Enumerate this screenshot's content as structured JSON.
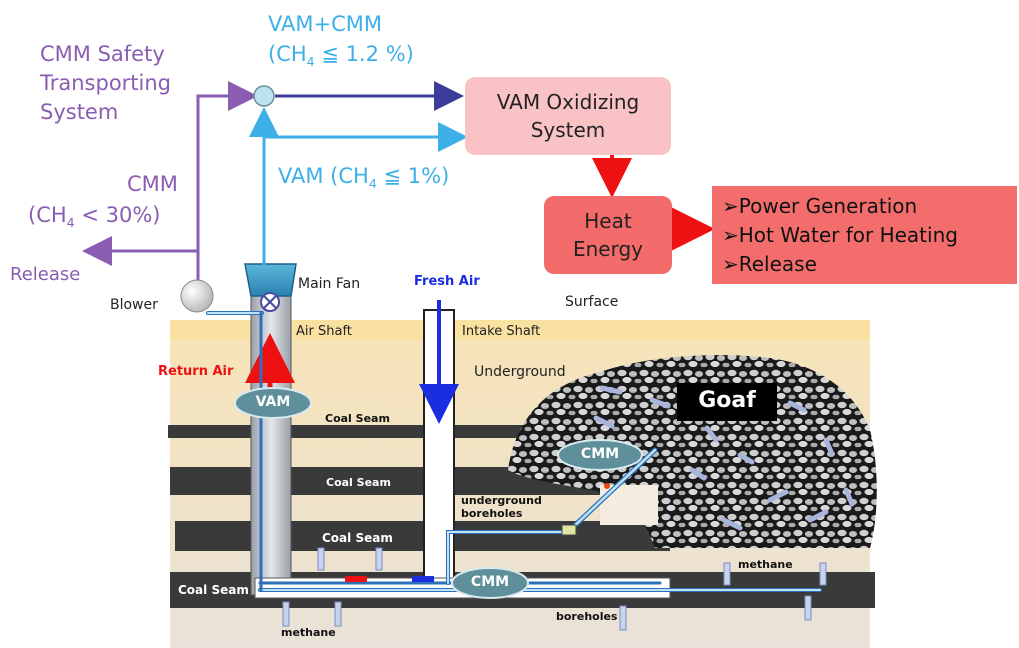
{
  "labels": {
    "cmm_safety_1": "CMM Safety",
    "cmm_safety_2": "Transporting",
    "cmm_safety_3": "System",
    "vam_cmm": "VAM+CMM",
    "ch4_pre": "(CH",
    "ch4_sub": "4",
    "vam_cmm_limit": " ≦ 1.2 %)",
    "vam_prefix": "VAM (CH",
    "vam_limit": " ≦ 1%)",
    "cmm": "CMM",
    "cmm_limit": " < 30%)",
    "release": "Release",
    "blower": "Blower",
    "main_fan": "Main Fan",
    "fresh_air": "Fresh Air",
    "surface": "Surface",
    "air_shaft": "Air Shaft",
    "intake_shaft": "Intake Shaft",
    "return_air": "Return Air",
    "underground": "Underground",
    "vam_badge": "VAM",
    "cmm_badge_goaf": "CMM",
    "cmm_badge_seam": "CMM",
    "goaf": "Goaf",
    "underground_boreholes_1": "underground",
    "underground_boreholes_2": "boreholes",
    "boreholes": "boreholes",
    "methane_right": "methane",
    "methane_bottom": "methane",
    "coal_seam_1": "Coal Seam",
    "coal_seam_2": "Coal Seam",
    "coal_seam_3": "Coal Seam",
    "coal_seam_4": "Coal Seam"
  },
  "boxes": {
    "oxidizing_1": "VAM Oxidizing",
    "oxidizing_2": "System",
    "heat_1": "Heat",
    "heat_2": "Energy",
    "outputs": [
      "➢Power Generation",
      "➢Hot Water for Heating",
      "➢Release"
    ]
  },
  "colors": {
    "purple": "#8a5db3",
    "cyan": "#3eb0e8",
    "navy": "#3c3c9a",
    "oxidizer_fill": "#f9c3c6",
    "heat_fill": "#f36b6b",
    "output_fill": "#f46d6d",
    "arrow_red": "#ee1111",
    "fresh_air_blue": "#1a2ee0",
    "coal_seam": "#3a3a3a",
    "surface_band": "#f7d98a"
  }
}
